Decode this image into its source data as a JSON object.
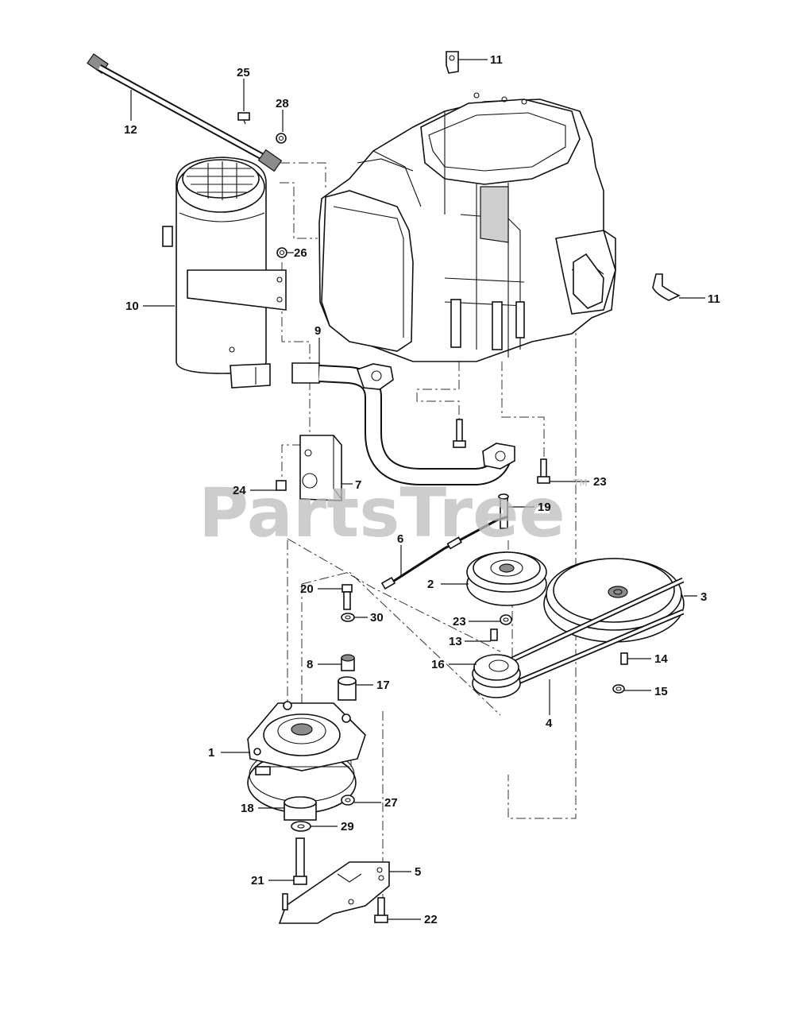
{
  "watermark": {
    "text": "PartsTree",
    "trademark": "TM"
  },
  "callouts": [
    {
      "id": "c1",
      "label": "1"
    },
    {
      "id": "c2",
      "label": "2"
    },
    {
      "id": "c3",
      "label": "3"
    },
    {
      "id": "c4",
      "label": "4"
    },
    {
      "id": "c5",
      "label": "5"
    },
    {
      "id": "c6",
      "label": "6"
    },
    {
      "id": "c7",
      "label": "7"
    },
    {
      "id": "c8",
      "label": "8"
    },
    {
      "id": "c9",
      "label": "9"
    },
    {
      "id": "c10",
      "label": "10"
    },
    {
      "id": "c11a",
      "label": "11"
    },
    {
      "id": "c11b",
      "label": "11"
    },
    {
      "id": "c12",
      "label": "12"
    },
    {
      "id": "c13",
      "label": "13"
    },
    {
      "id": "c14",
      "label": "14"
    },
    {
      "id": "c15",
      "label": "15"
    },
    {
      "id": "c16",
      "label": "16"
    },
    {
      "id": "c17",
      "label": "17"
    },
    {
      "id": "c18",
      "label": "18"
    },
    {
      "id": "c19",
      "label": "19"
    },
    {
      "id": "c20",
      "label": "20"
    },
    {
      "id": "c21",
      "label": "21"
    },
    {
      "id": "c22",
      "label": "22"
    },
    {
      "id": "c23a",
      "label": "23"
    },
    {
      "id": "c23b",
      "label": "23"
    },
    {
      "id": "c24",
      "label": "24"
    },
    {
      "id": "c25",
      "label": "25"
    },
    {
      "id": "c26",
      "label": "26"
    },
    {
      "id": "c27",
      "label": "27"
    },
    {
      "id": "c28",
      "label": "28"
    },
    {
      "id": "c29",
      "label": "29"
    },
    {
      "id": "c30",
      "label": "30"
    }
  ],
  "colors": {
    "line": "#111111",
    "watermark": "#bdbdbd",
    "shade": "#8c8c8c"
  }
}
